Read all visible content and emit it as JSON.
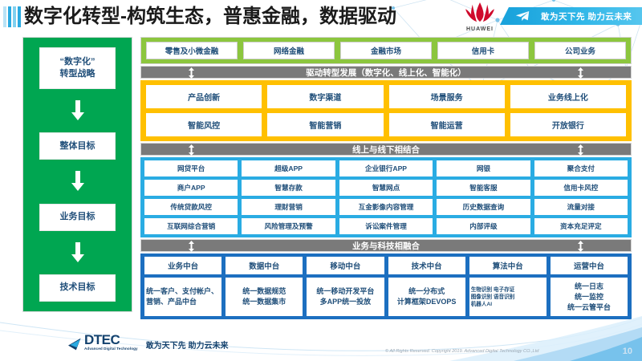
{
  "header": {
    "title": "数字化转型-构筑生态，普惠金融，数据驱动",
    "brand_logo": "huawei-logo",
    "brand_name": "HUAWEI",
    "slogan": "敢为天下先 助力云未来",
    "slogan_icon": "paper-plane-icon",
    "accent_blue": "#2aaae1"
  },
  "strategy_column": {
    "background": "#00a651",
    "items": [
      {
        "label": "“数字化”\n转型战略"
      },
      {
        "label": "整体目标"
      },
      {
        "label": "业务目标"
      },
      {
        "label": "技术目标"
      }
    ],
    "arrow_icon": "arrow-down-icon"
  },
  "business_band": {
    "color": "#8cc63e",
    "items": [
      "零售及小微金融",
      "网络金融",
      "金融市场",
      "信用卡",
      "公司业务"
    ]
  },
  "connector_1": {
    "label": "驱动转型发展（数字化、线上化、智能化）",
    "color": "#7a7a7a",
    "icon": "double-arrow-vertical-icon"
  },
  "capability_band": {
    "color": "#ffc000",
    "rows": [
      [
        "产品创新",
        "数字渠道",
        "场景服务",
        "业务线上化"
      ],
      [
        "智能风控",
        "智能营销",
        "智能运营",
        "开放银行"
      ]
    ]
  },
  "connector_2": {
    "label": "线上与线下相结合",
    "color": "#7a7a7a",
    "icon": "double-arrow-vertical-icon"
  },
  "application_band": {
    "color": "#2aace3",
    "rows": [
      [
        "网贷平台",
        "超级APP",
        "企业银行APP",
        "网银",
        "聚合支付"
      ],
      [
        "商户APP",
        "智慧存款",
        "智慧网点",
        "智能客服",
        "信用卡风控"
      ],
      [
        "传统贷款风控",
        "理财营销",
        "互金影像内容管理",
        "历史数据查询",
        "流量对接"
      ],
      [
        "互联网综合营销",
        "风险管理及预警",
        "诉讼案件管理",
        "内部评级",
        "资本充足评定"
      ]
    ]
  },
  "connector_3": {
    "label": "业务与科技相融合",
    "color": "#7a7a7a",
    "icon": "double-arrow-vertical-icon"
  },
  "platform_band": {
    "color": "#1c6fc0",
    "columns": [
      {
        "head": "业务中台",
        "body": "统一客户、支付帐户、营销、产品中台",
        "style": "left-align"
      },
      {
        "head": "数据中台",
        "body": "统一数据规范\n统一数据集市",
        "style": "center"
      },
      {
        "head": "移动中台",
        "body": "统一移动开发平台\n多APP统一投放",
        "style": "center"
      },
      {
        "head": "技术中台",
        "body": "统一分布式\n计算框架DEVOPS",
        "style": "center"
      },
      {
        "head": "算法中台",
        "body": "生物识别 电子存证\n图像识别 语音识别\n机器人AI",
        "style": "tiny"
      },
      {
        "head": "运营中台",
        "body": "统一日志\n统一监控\n统一云管平台",
        "style": "center"
      }
    ]
  },
  "footer": {
    "logo_text": "DTEC",
    "logo_sub": "Advanced Digital Technology",
    "logo_mark": "dtec-arrow-icon",
    "slogan": "敢为天下先    助力云未来",
    "copyright": "© All Rights Reserved. Copyright 2019. Advanced Digital Technology CO.,Ltd",
    "page_number": "10"
  }
}
